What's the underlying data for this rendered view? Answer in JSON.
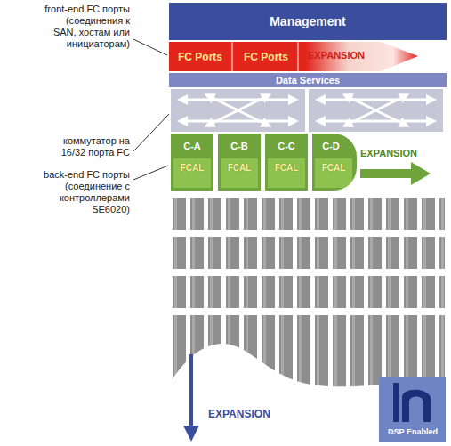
{
  "diagram": {
    "nodes": [
      {
        "text": [
          "Management"
        ]
      },
      {
        "text": [
          "FC Ports"
        ]
      },
      {
        "text": [
          "FC Ports"
        ]
      },
      {
        "text": [
          "Data Services"
        ]
      },
      {
        "text": [
          "C-A",
          "FCAL"
        ]
      },
      {
        "text": [
          "C-B",
          "FCAL"
        ]
      },
      {
        "text": [
          "C-C",
          "FCAL"
        ]
      },
      {
        "text": [
          "C-D",
          "FCAL"
        ]
      }
    ],
    "labels": [
      "front-end FC порты (соединения к SAN, хостам или инициаторам)",
      "коммутатор на 16/32 порта FC",
      "back-end FC порты (соединение с контроллерами SE6020)",
      "EXPANSION",
      "EXPANSION",
      "EXPANSION",
      "DSP Enabled"
    ]
  }
}
